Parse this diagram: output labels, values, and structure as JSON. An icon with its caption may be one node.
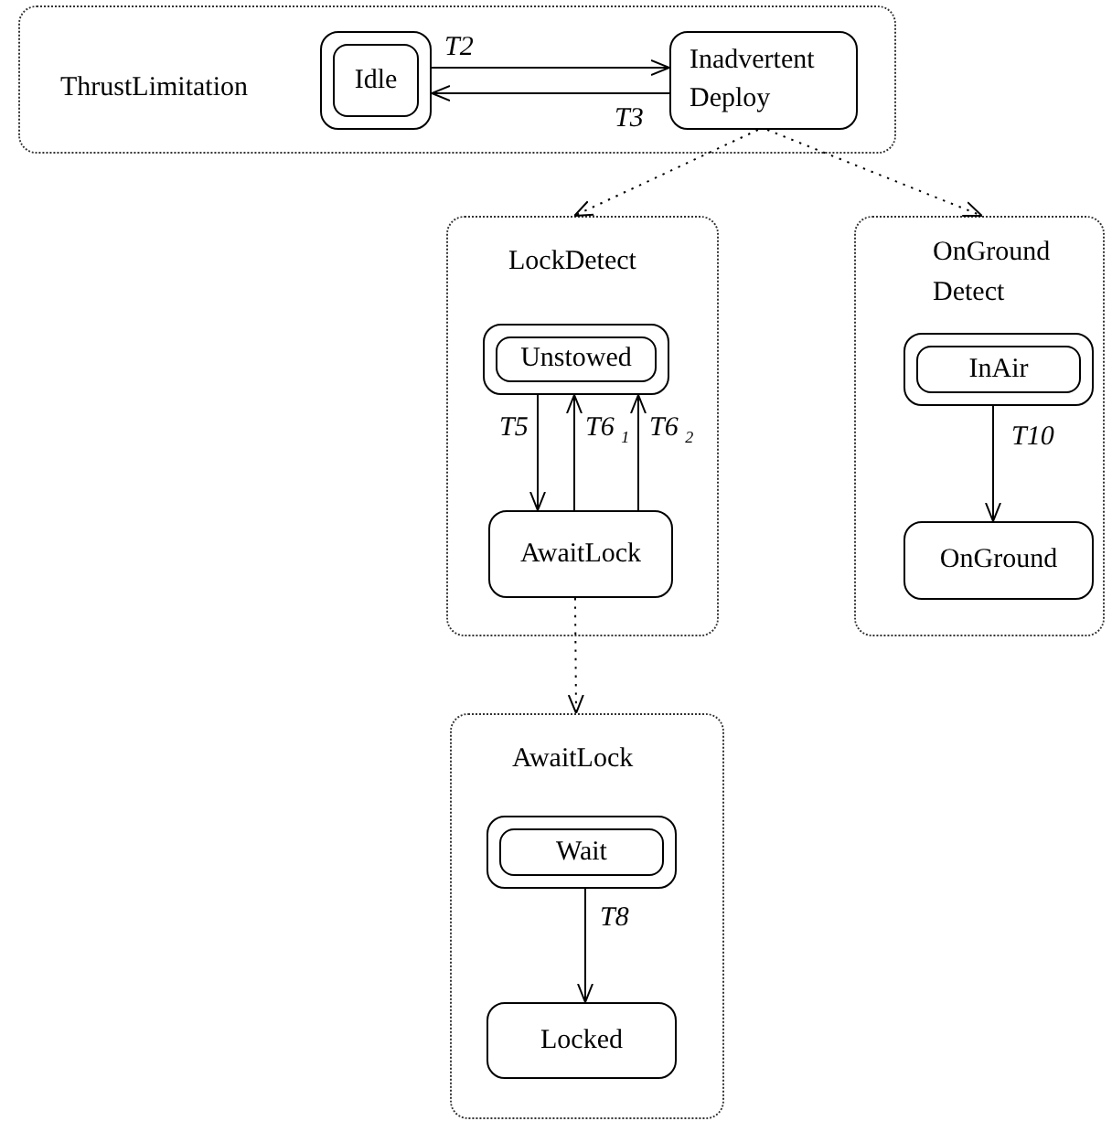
{
  "diagram": {
    "nodes": [
      {
        "text": [
          "ThrustLimitation"
        ]
      },
      {
        "text": [
          "Idle"
        ],
        "in": 0
      },
      {
        "text": [
          "Inadvertent Deploy"
        ],
        "in": 0
      },
      {
        "text": [
          "LockDetect"
        ]
      },
      {
        "text": [
          "Unstowed"
        ],
        "in": 3
      },
      {
        "text": [
          "AwaitLock"
        ],
        "in": 3
      },
      {
        "text": [
          "OnGround Detect"
        ]
      },
      {
        "text": [
          "InAir"
        ],
        "in": 6
      },
      {
        "text": [
          "OnGround"
        ],
        "in": 6
      },
      {
        "text": [
          "AwaitLock"
        ]
      },
      {
        "text": [
          "Wait"
        ],
        "in": 9
      },
      {
        "text": [
          "Locked"
        ],
        "in": 9
      }
    ],
    "edges": [
      {
        "from": 1,
        "to": 2,
        "arrow": "to",
        "label": "T2"
      },
      {
        "from": 2,
        "to": 1,
        "arrow": "to",
        "label": "T3"
      },
      {
        "from": 2,
        "to": 3,
        "arrow": "to",
        "style": "dashed"
      },
      {
        "from": 2,
        "to": 6,
        "arrow": "to",
        "style": "dashed"
      },
      {
        "from": 4,
        "to": 5,
        "arrow": "to",
        "label": "T5"
      },
      {
        "from": 5,
        "to": 4,
        "arrow": "to",
        "label": "T6 $_{1}$"
      },
      {
        "from": 5,
        "to": 4,
        "arrow": "to",
        "label": "T6 $_{2}$"
      },
      {
        "from": 7,
        "to": 8,
        "arrow": "to",
        "label": "T10"
      },
      {
        "from": 5,
        "to": 9,
        "arrow": "to",
        "style": "dashed"
      },
      {
        "from": 10,
        "to": 11,
        "arrow": "to",
        "label": "T8"
      }
    ]
  }
}
